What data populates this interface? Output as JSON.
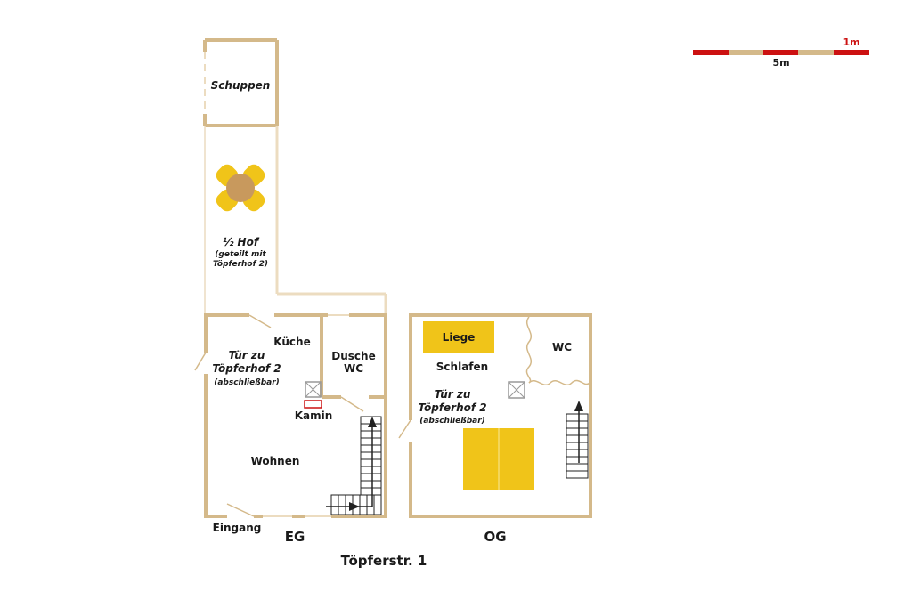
{
  "colors": {
    "wall": "#d4b98a",
    "wall_light": "#ecdcc0",
    "furniture": "#f0c419",
    "table": "#c8995d",
    "scale_red": "#cc1111",
    "scale_tan": "#d4b98a",
    "kamin": "#cc1111"
  },
  "scale": {
    "label_1m": "1m",
    "label_5m": "5m"
  },
  "ground_floor": {
    "label": "EG",
    "rooms": {
      "shed": "Schuppen",
      "yard_line1": "½ Hof",
      "yard_line2": "(geteilt mit",
      "yard_line3": "Töpferhof 2)",
      "kitchen": "Küche",
      "door_line1": "Tür zu",
      "door_line2": "Töpferhof 2",
      "door_line3": "(abschließbar)",
      "shower_line1": "Dusche",
      "shower_line2": "WC",
      "fireplace": "Kamin",
      "living": "Wohnen",
      "entrance": "Eingang"
    }
  },
  "upper_floor": {
    "label": "OG",
    "rooms": {
      "lounger": "Liege",
      "sleeping": "Schlafen",
      "wc": "WC",
      "door_line1": "Tür zu",
      "door_line2": "Töpferhof 2",
      "door_line3": "(abschließbar)"
    }
  },
  "address": "Töpferstr. 1"
}
